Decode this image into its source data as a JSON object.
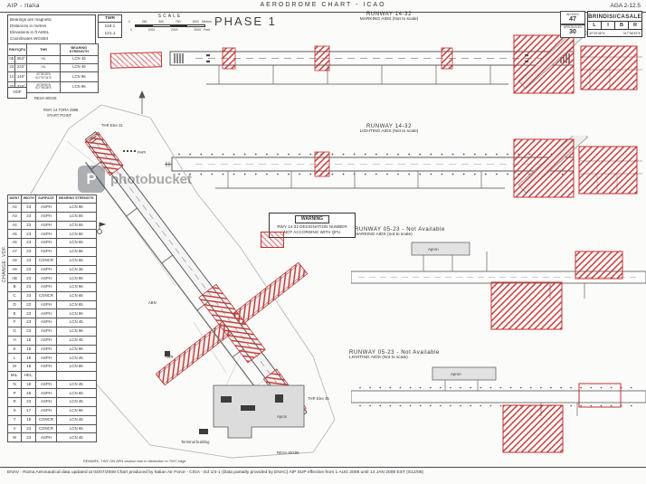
{
  "page": {
    "header_left": "AIP - Italia",
    "header_center": "AERODROME CHART - ICAO",
    "header_right": "AGA 2-12.5",
    "phase": "PHASE 1",
    "change_note": "CHANGE: VDF.",
    "remark": "REMARK: TWY ON APN caution due to distinction in TWY edge",
    "footer": "ENAV - Roma  Aeronautical data updated at 04/07/2008   Chart produced by Italian Air Force - CIGA - Ed 1/4-1 (Data partially provided by ENAC)   AIP SUP effective from 1 AUG 2008 until 14 JAN 2009 EST (S12/08)"
  },
  "info_box": {
    "lines": [
      "Bearings are magnetic",
      "Distances in metres",
      "Elevations in ft AMSL",
      "Coordinates WGS84"
    ]
  },
  "twr_box": {
    "title": "TWR",
    "freqs": [
      "118.1",
      "121.1"
    ]
  },
  "scale": {
    "title": "SCALE",
    "metres_ticks": [
      "0",
      "250",
      "500",
      "750",
      "1000"
    ],
    "metres_label": "Metres",
    "feet_ticks": [
      "0",
      "1000",
      "2000",
      "3000"
    ],
    "feet_label": "Feet"
  },
  "airport": {
    "name": "BRINDISI/CASALE",
    "icao_letters": [
      "L",
      "I",
      "B",
      "R"
    ],
    "coord_lat": "40°39'36\"N",
    "coord_lon": "017°56'53\"E",
    "ad_elev_label": "AD ELEV",
    "ad_elev": "47",
    "apron_elev_label": "APRON ELEV",
    "apron_elev": "30"
  },
  "rwy_table": {
    "headers": [
      "RWY/QFU",
      "THR",
      "BEARING STRENGTH"
    ],
    "rows": [
      [
        "05",
        "053°",
        "HIL",
        "LCN 45"
      ],
      [
        "23",
        "233°",
        "HIL",
        "LCN 45"
      ],
      [
        "14",
        "140°",
        "40°39'28\"N 017°57'41\"E",
        "LCN 96"
      ],
      [
        "32",
        "320°",
        "40°39'50\"N 017°56'38\"E",
        "LCN 96"
      ]
    ]
  },
  "vdf_box": {
    "label": "VDF"
  },
  "taxiway_table": {
    "headers": [
      "IDENT",
      "WIDTH",
      "SURFACE",
      "BEARING STRENGTH"
    ],
    "rows": [
      [
        "A2",
        "23",
        "ASPH",
        "LCN 96"
      ],
      [
        "A3",
        "23",
        "ASPH",
        "LCN 65"
      ],
      [
        "A4",
        "23",
        "ASPH",
        "LCN 65"
      ],
      [
        "A5",
        "23",
        "ASPH",
        "LCN 96"
      ],
      [
        "A6",
        "23",
        "ASPH",
        "LCN 65"
      ],
      [
        "A7",
        "23",
        "ASPH",
        "LCN 96"
      ],
      [
        "A8",
        "23",
        "CONCR",
        "LCN 65"
      ],
      [
        "A9",
        "23",
        "ASPH",
        "LCN 36"
      ],
      [
        "AB",
        "23",
        "ASPH",
        "LCN 96"
      ],
      [
        "B",
        "23",
        "ASPH",
        "LCN 96"
      ],
      [
        "C",
        "23",
        "CONCR",
        "LCN 65"
      ],
      [
        "D",
        "23",
        "ASPH",
        "LCN 65"
      ],
      [
        "E",
        "23",
        "ASPH",
        "LCN 96"
      ],
      [
        "F",
        "23",
        "ASPH",
        "LCN 45"
      ],
      [
        "G",
        "23",
        "ASPH",
        "LCN 96"
      ],
      [
        "H",
        "18",
        "ASPH",
        "LCN 45"
      ],
      [
        "K",
        "18",
        "ASPH",
        "LCN 96"
      ],
      [
        "L",
        "18",
        "ASPH",
        "LCN 45"
      ],
      [
        "M",
        "18",
        "ASPH",
        "LCN 96"
      ],
      [
        "MIL.",
        "HEL.",
        "",
        ""
      ],
      [
        "N",
        "18",
        "ASPH",
        "LCN 45"
      ],
      [
        "P",
        "45",
        "ASPH",
        "LCN 65"
      ],
      [
        "R",
        "23",
        "ASPH",
        "LCN 45"
      ],
      [
        "S",
        "17",
        "ASPH",
        "LCN 96"
      ],
      [
        "T",
        "18",
        "CONCR",
        "LCN 45"
      ],
      [
        "V",
        "23",
        "CONCR",
        "LCN 65"
      ],
      [
        "W",
        "23",
        "ASPH",
        "LCN 45"
      ]
    ]
  },
  "sections": {
    "marking_1432": {
      "title": "RUNWAY 14-32",
      "subtitle": "MARKING AIDS (Not to scale)"
    },
    "lighting_1432": {
      "title": "RUNWAY 14-32",
      "subtitle": "LIGHTING AIDS (Not to scale)"
    },
    "marking_0523": {
      "title": "RUNWAY 05-23 - Not Available",
      "subtitle": "MARKING AIDS (not to scale)"
    },
    "lighting_0523": {
      "title": "RUNWAY 05-23 - Not Available",
      "subtitle": "LIGHTING AIDS (Not to scale)"
    }
  },
  "warning": {
    "title": "WARNING",
    "line1": "RWY 14-32 DESIGNATION NUMBER",
    "line2": "NOT ACCORDING WITH QFU"
  },
  "plan": {
    "labels": [
      "RESA 90X26",
      "RWY 14 TORA 2988",
      "START POINT",
      "THR Elev 31",
      "PAPI",
      "Wind Cone",
      "ABN",
      "TWR",
      "Terminal building",
      "Apron",
      "RESA 90X96",
      "THR Elev 35"
    ]
  },
  "apron_labels": {
    "marking": "Apron",
    "lighting": "Apron"
  },
  "watermark": {
    "logo": "P",
    "text": "photobucket"
  }
}
